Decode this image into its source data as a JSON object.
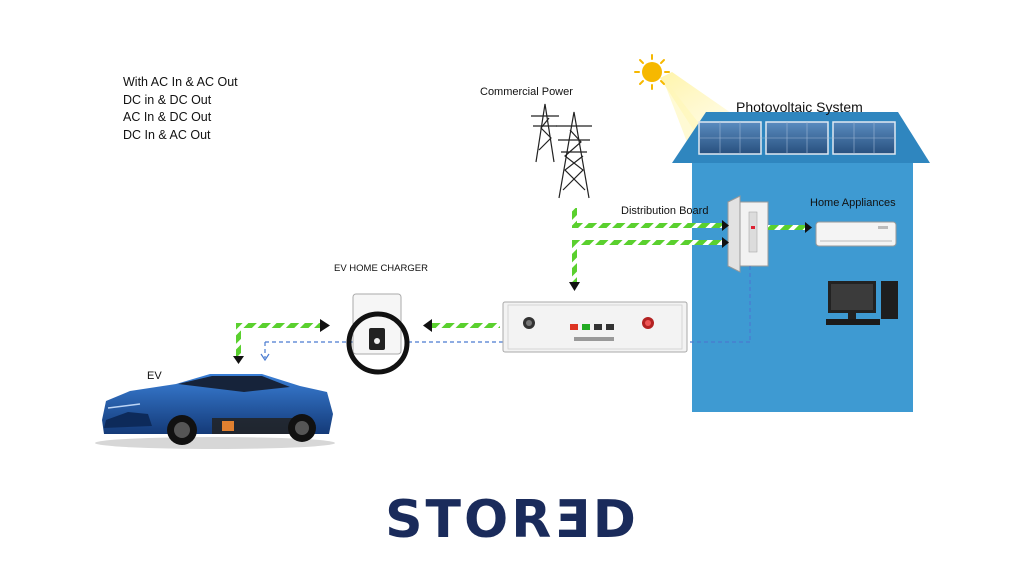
{
  "modes": [
    "With AC In & AC Out",
    "DC in & DC Out",
    "AC In & DC Out",
    "DC In & AC Out"
  ],
  "labels": {
    "commercial_power": "Commercial Power",
    "photovoltaic_system": "Photovoltaic System",
    "distribution_board": "Distribution Board",
    "home_appliances": "Home Appliances",
    "ev_home_charger": "EV HOME CHARGER",
    "ev": "EV"
  },
  "brand": "STORƎD",
  "colors": {
    "house": "#3e9ad2",
    "roof": "#2f86bf",
    "ac_line": "#5ad02e",
    "dc_line": "#4a7bd0",
    "sun": "#f6b800",
    "brand": "#1a2b5b",
    "car": "#1d4f9c"
  }
}
